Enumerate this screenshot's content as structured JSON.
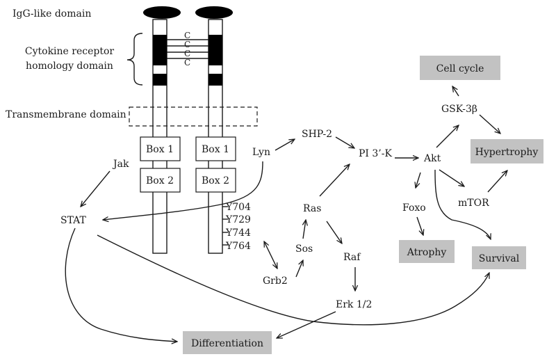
{
  "receptor": {
    "igg_label": "IgG-like domain",
    "crh_label_1": "Cytokine receptor",
    "crh_label_2": "homology domain",
    "cysteine_marks": [
      "C",
      "C",
      "C",
      "C"
    ],
    "tm_label": "Transmembrane domain",
    "box1_left": "Box 1",
    "box1_right": "Box 1",
    "box2_left": "Box 2",
    "box2_right": "Box 2",
    "tyrosines": [
      "Y704",
      "Y729",
      "Y744",
      "Y764"
    ]
  },
  "nodes": {
    "jak": "Jak",
    "stat": "STAT",
    "lyn": "Lyn",
    "shp2": "SHP-2",
    "pi3k": "PI 3’-K",
    "akt": "Akt",
    "gsk3b": "GSK-3β",
    "foxo": "Foxo",
    "mtor": "mTOR",
    "ras": "Ras",
    "sos": "Sos",
    "grb2": "Grb2",
    "raf": "Raf",
    "erk": "Erk 1/2"
  },
  "outcomes": {
    "cell_cycle": "Cell cycle",
    "hypertrophy": "Hypertrophy",
    "atrophy": "Atrophy",
    "survival": "Survival",
    "differentiation": "Differentiation"
  },
  "colors": {
    "ink": "#1a1a1a",
    "outcome_fill": "#c2c2c2",
    "receptor_block": "#000000"
  }
}
